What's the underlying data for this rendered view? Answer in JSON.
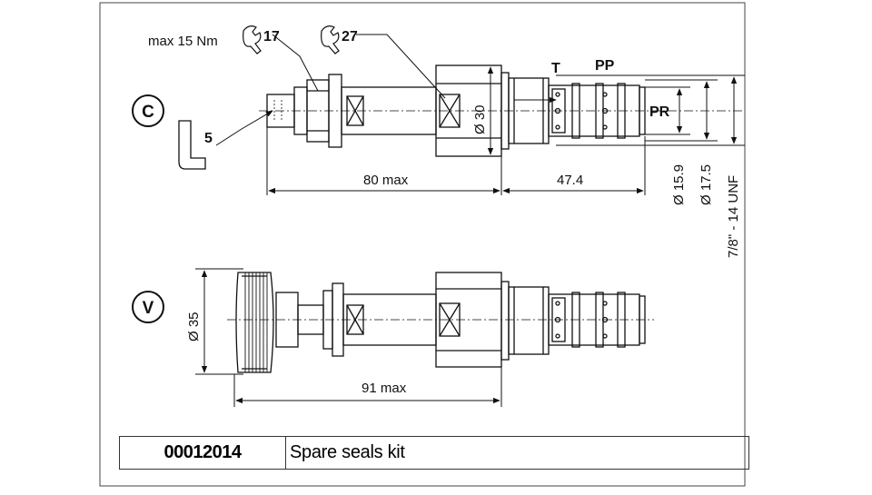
{
  "variants": {
    "c": "C",
    "v": "V"
  },
  "labels": {
    "torque": "max 15 Nm",
    "wrench_17": "17",
    "wrench_27": "27",
    "allen_5": "5",
    "port_t": "T",
    "port_pp": "PP",
    "port_pr": "PR"
  },
  "dimensions": {
    "dia_30": "Ø 30",
    "len_80": "80 max",
    "len_47": "47.4",
    "dia_159": "Ø 15.9",
    "dia_175": "Ø 17.5",
    "thread": "7/8\" - 14 UNF",
    "dia_35": "Ø 35",
    "len_91": "91 max"
  },
  "table": {
    "code": "00012014",
    "description": "Spare seals kit"
  }
}
